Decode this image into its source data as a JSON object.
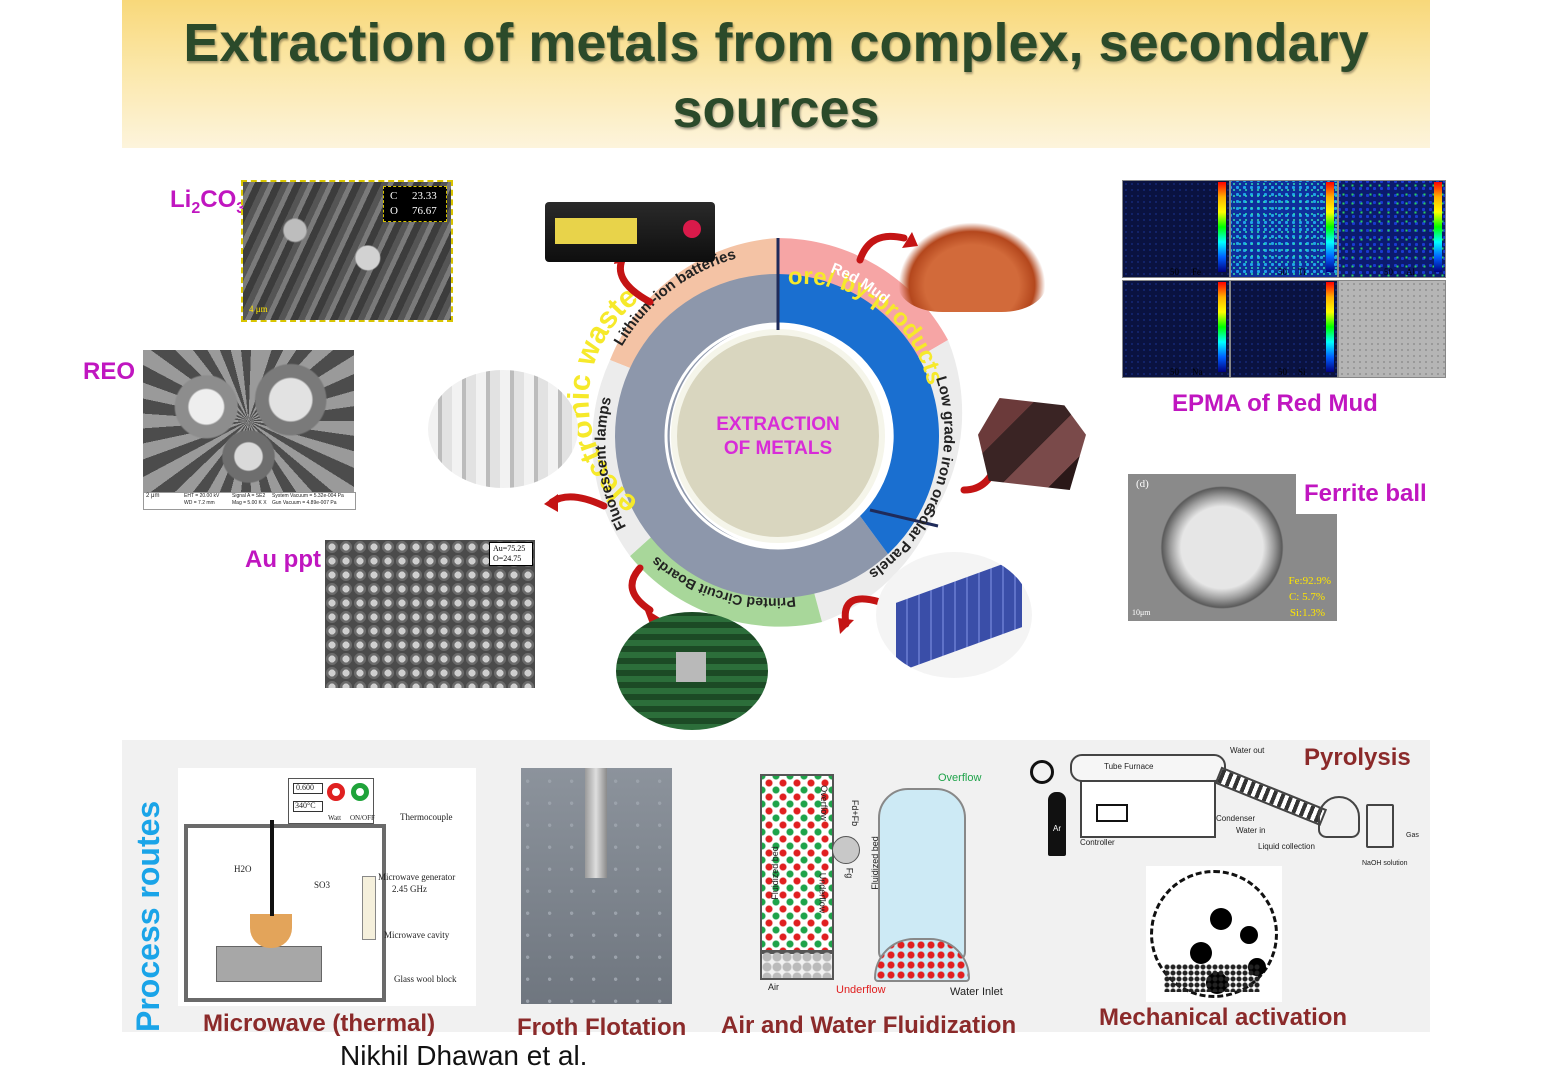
{
  "title": "Extraction of metals from complex, secondary sources",
  "author": "Nikhil Dhawan et al.",
  "left_samples": {
    "li2co3": {
      "label_main": "Li",
      "label_sub1": "2",
      "label_mid": "CO",
      "label_sub2": "3",
      "table": [
        {
          "el": "C",
          "val": "23.33"
        },
        {
          "el": "O",
          "val": "76.67"
        }
      ],
      "scale": "4 μm"
    },
    "reo": {
      "label": "REO",
      "info": [
        "EHT = 20.00 kV",
        "WD = 7.2 mm",
        "Signal A = SE2",
        "Mag = 5.00 K X",
        "System Vacuum = 5.32e-004 Pa",
        "Gun Vacuum = 4.89e-007 Pa"
      ],
      "scale": "2 μm"
    },
    "au": {
      "label": "Au ppt",
      "box": [
        "Au=75.25",
        "O=24.75"
      ]
    }
  },
  "wheel": {
    "center": [
      "EXTRACTION",
      "OF METALS"
    ],
    "inner_left": "electronic waste",
    "inner_right": "ore/ by-products",
    "outer": [
      "Lithium-ion batteries",
      "Red Mud",
      "Low grade iron ores",
      "Solar Panels",
      "Printed Circuit Boards",
      "Fluorescent lamps"
    ],
    "colors": {
      "li": "#f4c3a5",
      "red": "#f6a5a5",
      "pcb": "#a8d79a",
      "gray": "#ececec",
      "inner_gray": "#8d97ab",
      "inner_blue": "#1a6fd0",
      "center": "#d9d6bf",
      "text_yellow": "#f6e92a",
      "center_text": "#d82bd8"
    }
  },
  "right_samples": {
    "epma": {
      "title": "EPMA of Red Mud",
      "elements": [
        "Fe",
        "Ti",
        "Al",
        "Na",
        "Si"
      ],
      "scale": "50"
    },
    "ferrite": {
      "label": "Ferrite ball",
      "tag": "(d)",
      "comp": [
        "Fe:92.9%",
        "C: 5.7%",
        "Si:1.3%"
      ],
      "scale": "10μm"
    }
  },
  "process": {
    "heading": "Process routes",
    "routes": [
      "Microwave (thermal)",
      "Froth Flotation",
      "Air and Water Fluidization",
      "Pyrolysis",
      "Mechanical activation"
    ],
    "microwave": {
      "temp": "340°C",
      "power": "0.600",
      "watt": "Watt",
      "onoff": "ON/OFF",
      "labels": [
        "Thermocouple",
        "Microwave generator",
        "2.45 GHz",
        "Microwave cavity",
        "Glass wool block"
      ],
      "h2o": "H2O",
      "so3": "SO3"
    },
    "fluidization": {
      "overflow": "Overflow",
      "underflow": "Underflow",
      "bed": "Fluidized bed",
      "air": "Air",
      "water_inlet": "Water Inlet",
      "fd_fb": "Fd+Fb",
      "fg": "Fg"
    },
    "pyrolysis": {
      "tube_furnace": "Tube Furnace",
      "water_out": "Water out",
      "water_in": "Water in",
      "condenser": "Condenser",
      "liquid": "Liquid collection",
      "naoh": "NaOH solution",
      "gas": "Gas",
      "controller": "Controller",
      "ar": "Ar"
    }
  }
}
